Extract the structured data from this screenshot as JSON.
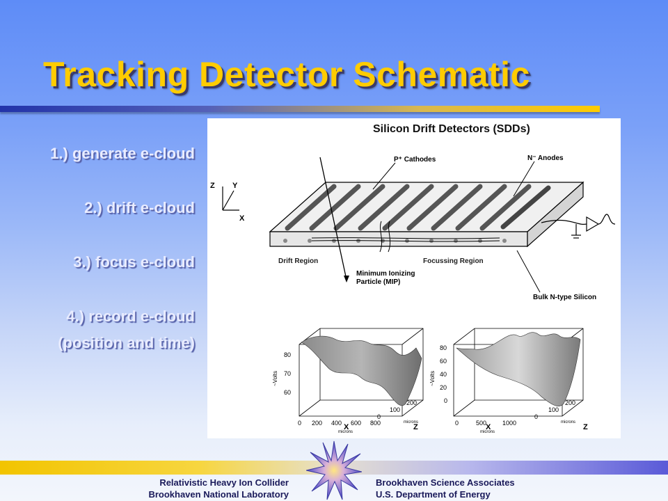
{
  "slide": {
    "title": "Tracking Detector Schematic",
    "steps": [
      "1.) generate e-cloud",
      "2.) drift e-cloud",
      "3.) focus e-cloud",
      "4.) record e-cloud",
      "(position and time)"
    ]
  },
  "figure": {
    "heading": "Silicon Drift Detectors (SDDs)",
    "labels": {
      "cathodes": "P⁺ Cathodes",
      "anodes": "N⁻ Anodes",
      "drift_region": "Drift Region",
      "focussing_region": "Focussing Region",
      "mip_line1": "Minimum Ionizing",
      "mip_line2": "Particle (MIP)",
      "bulk": "Bulk N-type Silicon"
    },
    "axes": {
      "z": "Z",
      "y": "Y",
      "x": "X"
    },
    "plot_left": {
      "yaxis_label": "~Volts",
      "y_ticks": [
        "80",
        "70",
        "60"
      ],
      "x_ticks": [
        "0",
        "200",
        "400",
        "600",
        "800"
      ],
      "z_ticks": [
        "0",
        "100",
        "200"
      ],
      "x_unit": "microns",
      "z_unit": "microns",
      "x_name": "X",
      "z_name": "Z"
    },
    "plot_right": {
      "yaxis_label": "~Volts",
      "y_ticks": [
        "80",
        "60",
        "40",
        "20",
        "0"
      ],
      "x_ticks": [
        "0",
        "500",
        "1000"
      ],
      "z_ticks": [
        "0",
        "100",
        "200"
      ],
      "x_unit": "microns",
      "z_unit": "microns",
      "x_name": "X",
      "z_name": "Z"
    }
  },
  "footer": {
    "left_line1": "Relativistic Heavy Ion Collider",
    "left_line2": "Brookhaven National Laboratory",
    "right_line1": "Brookhaven Science Associates",
    "right_line2": "U.S. Department of Energy"
  },
  "colors": {
    "title": "#ffcc00",
    "step_text": "#e9ecff",
    "footer_text": "#1a1a5a"
  },
  "icons": {
    "logo": "star-burst-icon"
  }
}
